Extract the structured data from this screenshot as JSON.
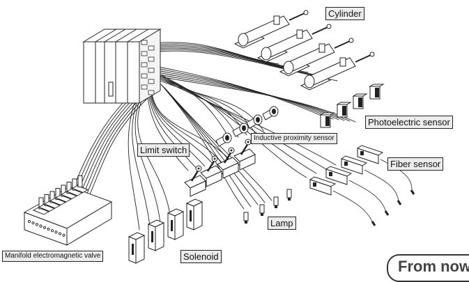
{
  "labels": {
    "cylinder": "Cylinder",
    "photoelectric": "Photoelectric sensor",
    "inductive": "Inductive proximity sensor",
    "limit_switch": "Limit switch",
    "fiber": "Fiber sensor",
    "lamp": "Lamp",
    "manifold": "Manifold electromagnetic valve",
    "solenoid": "Solenoid"
  },
  "banner": {
    "text": "From now"
  },
  "colors": {
    "line": "#222222",
    "label_bg": "#ececec",
    "fill": "#ffffff"
  }
}
